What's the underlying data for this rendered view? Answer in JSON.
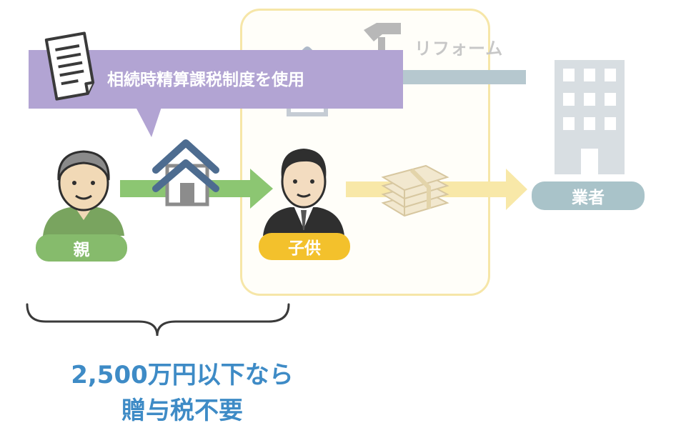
{
  "callout": {
    "text": "相続時精算課税制度を使用"
  },
  "reform": {
    "label": "リフォーム"
  },
  "people": {
    "parent": {
      "label": "親"
    },
    "child": {
      "label": "子供"
    },
    "vendor": {
      "label": "業者"
    }
  },
  "result": {
    "line1": "2,500万円以下なら",
    "line2": "贈与税不要"
  },
  "colors": {
    "parent": "#86bb6c",
    "child": "#f3c12c",
    "vendor": "#a9c3c9",
    "callout": "#b2a4d3",
    "result_text": "#3e8bc6",
    "highlight_border": "#f6e6a8"
  },
  "icons": [
    "document-icon",
    "house-icon",
    "hammer-icon",
    "building-icon",
    "money-stack-icon",
    "parent-avatar-icon",
    "child-avatar-icon",
    "brace-icon"
  ]
}
